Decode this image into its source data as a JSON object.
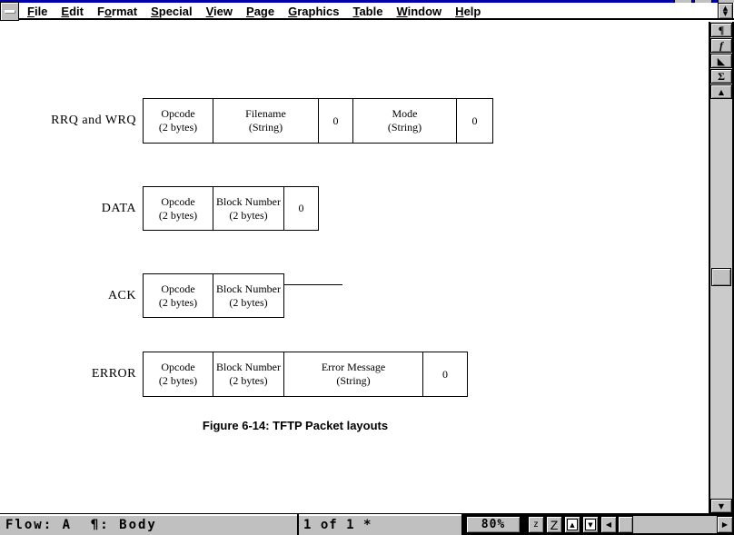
{
  "window": {
    "restore_up": "▲",
    "restore_down": "▼"
  },
  "menu": {
    "items": [
      {
        "pre": "",
        "key": "F",
        "post": "ile"
      },
      {
        "pre": "",
        "key": "E",
        "post": "dit"
      },
      {
        "pre": "F",
        "key": "o",
        "post": "rmat"
      },
      {
        "pre": "",
        "key": "S",
        "post": "pecial"
      },
      {
        "pre": "",
        "key": "V",
        "post": "iew"
      },
      {
        "pre": "",
        "key": "P",
        "post": "age"
      },
      {
        "pre": "",
        "key": "G",
        "post": "raphics"
      },
      {
        "pre": "",
        "key": "T",
        "post": "able"
      },
      {
        "pre": "",
        "key": "W",
        "post": "indow"
      },
      {
        "pre": "",
        "key": "H",
        "post": "elp"
      }
    ]
  },
  "side_toolbar": {
    "paragraph_glyph": "¶",
    "character_glyph": "f",
    "drawing_glyph": "◣",
    "equation_glyph": "Σ",
    "scroll_up_glyph": "▲",
    "scroll_down_glyph": "▼"
  },
  "diagram": {
    "rows": [
      {
        "label": "RRQ and WRQ",
        "cells": [
          {
            "l1": "Opcode",
            "l2": "(2 bytes)"
          },
          {
            "l1": "Filename",
            "l2": "(String)"
          },
          {
            "l1": "0",
            "l2": ""
          },
          {
            "l1": "Mode",
            "l2": "(String)"
          },
          {
            "l1": "0",
            "l2": ""
          }
        ]
      },
      {
        "label": "DATA",
        "cells": [
          {
            "l1": "Opcode",
            "l2": "(2 bytes)"
          },
          {
            "l1": "Block Number",
            "l2": "(2 bytes)"
          },
          {
            "l1": "0",
            "l2": ""
          }
        ]
      },
      {
        "label": "ACK",
        "cells": [
          {
            "l1": "Opcode",
            "l2": "(2 bytes)"
          },
          {
            "l1": "Block Number",
            "l2": "(2 bytes)"
          }
        ]
      },
      {
        "label": "ERROR",
        "cells": [
          {
            "l1": "Opcode",
            "l2": "(2 bytes)"
          },
          {
            "l1": "Block Number",
            "l2": "(2 bytes)"
          },
          {
            "l1": "Error Message",
            "l2": "(String)"
          },
          {
            "l1": "0",
            "l2": ""
          }
        ]
      }
    ],
    "caption": "Figure 6-14: TFTP Packet layouts"
  },
  "status_bar": {
    "flow_text": "Flow: A  ¶: Body",
    "page_indicator": "1 of 1 *",
    "zoom_level": "80%",
    "zoom_out_label": "z",
    "zoom_in_label": "Z",
    "page_up_glyph": "▲",
    "page_down_glyph": "▼",
    "scroll_left_glyph": "◀",
    "scroll_right_glyph": "▶"
  },
  "colors": {
    "titlebar": "#0000a8",
    "ui_gray": "#c0c0c0",
    "line": "#000000"
  }
}
